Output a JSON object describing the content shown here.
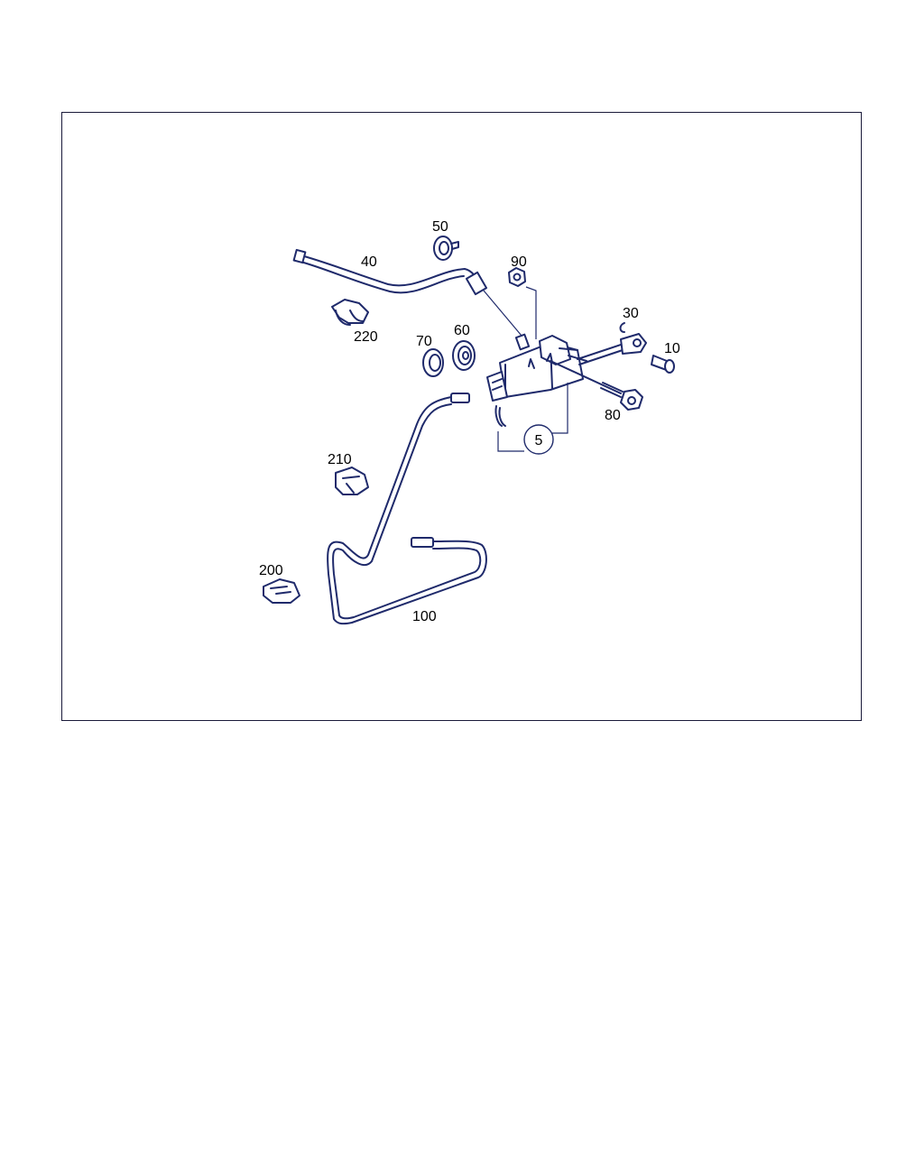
{
  "diagram": {
    "labels": {
      "p5": "5",
      "p10": "10",
      "p30": "30",
      "p40": "40",
      "p50": "50",
      "p60": "60",
      "p70": "70",
      "p80": "80",
      "p90": "90",
      "p100": "100",
      "p200": "200",
      "p210": "210",
      "p220": "220"
    },
    "colors": {
      "line": "#1f2a6b",
      "frame": "#1a1a3a",
      "text": "#000000"
    }
  }
}
